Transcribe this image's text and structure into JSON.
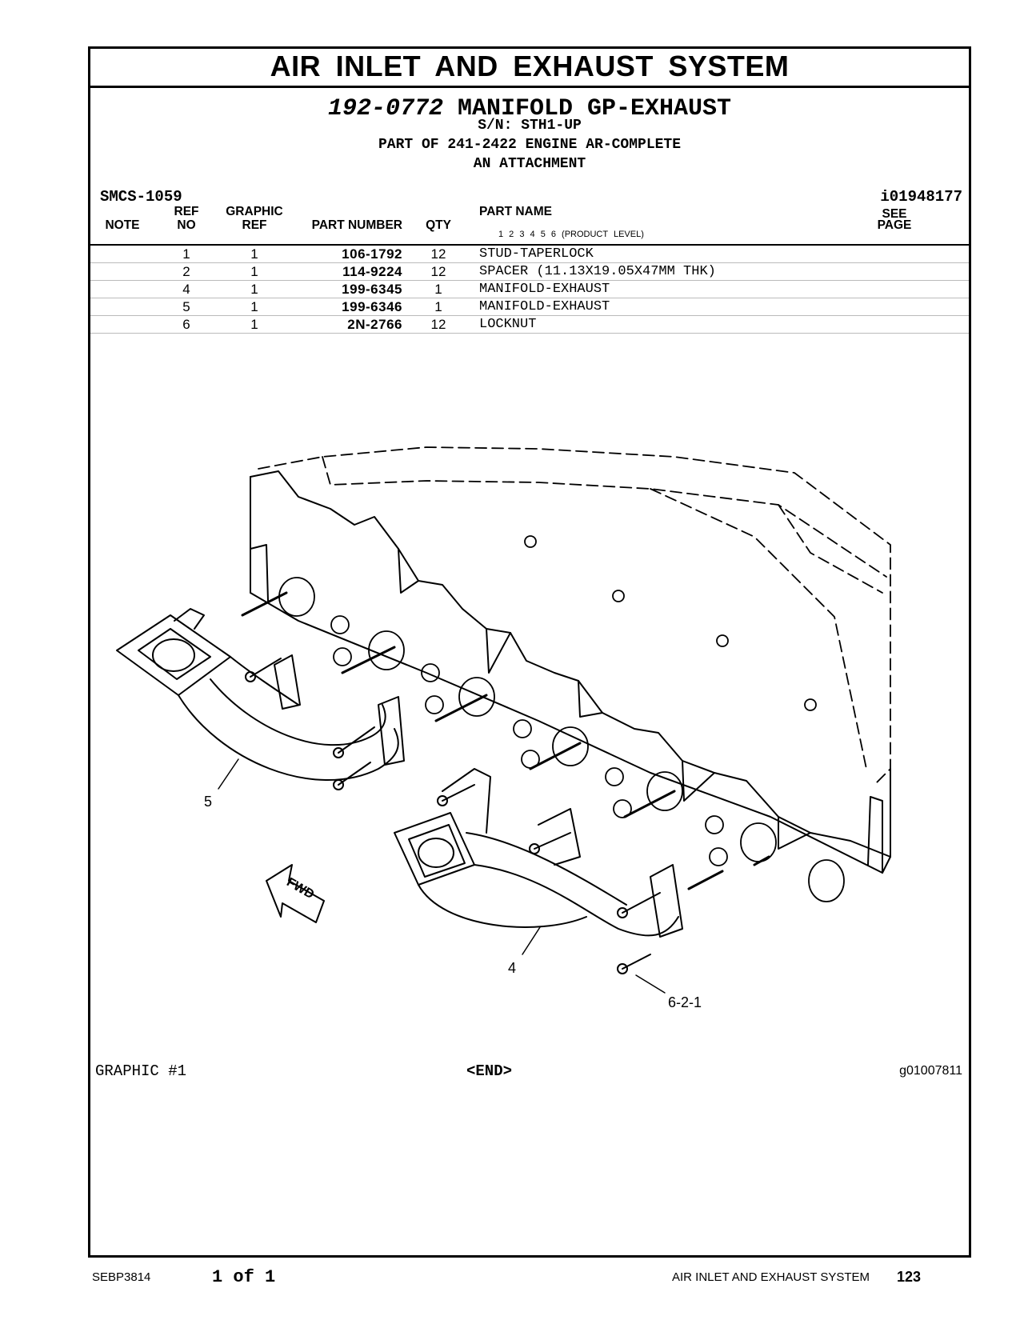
{
  "title": "AIR INLET AND EXHAUST SYSTEM",
  "header": {
    "part_number": "192-0772",
    "part_name": "MANIFOLD GP-EXHAUST",
    "serial": "S/N: STH1-UP",
    "part_of": "PART OF 241-2422 ENGINE AR-COMPLETE",
    "attachment": "AN ATTACHMENT",
    "smcs": "SMCS-1059",
    "illustration_id": "i01948177"
  },
  "columns": {
    "note": "NOTE",
    "ref_no_1": "REF",
    "ref_no_2": "NO",
    "graphic_ref_1": "GRAPHIC",
    "graphic_ref_2": "REF",
    "part_number": "PART NUMBER",
    "qty": "QTY",
    "part_name": "PART NAME",
    "product_level": "1   2   3   4   5   6   (PRODUCT LEVEL)",
    "see_page_1": "SEE",
    "see_page_2": "PAGE"
  },
  "parts": [
    {
      "ref": "1",
      "graphic": "1",
      "part_number": "106-1792",
      "qty": "12",
      "name": "STUD-TAPERLOCK"
    },
    {
      "ref": "2",
      "graphic": "1",
      "part_number": "114-9224",
      "qty": "12",
      "name": "SPACER (11.13X19.05X47MM THK)"
    },
    {
      "ref": "4",
      "graphic": "1",
      "part_number": "199-6345",
      "qty": "1",
      "name": "MANIFOLD-EXHAUST"
    },
    {
      "ref": "5",
      "graphic": "1",
      "part_number": "199-6346",
      "qty": "1",
      "name": "MANIFOLD-EXHAUST"
    },
    {
      "ref": "6",
      "graphic": "1",
      "part_number": "2N-2766",
      "qty": "12",
      "name": "LOCKNUT"
    }
  ],
  "drawing": {
    "callout_5": "5",
    "callout_4": "4",
    "callout_621": "6-2-1",
    "fwd": "FWD"
  },
  "graphic_label": "GRAPHIC #1",
  "end_label": "<END>",
  "graphic_id": "g01007811",
  "footer": {
    "doc": "SEBP3814",
    "page_of": "1 of 1",
    "system": "AIR INLET AND EXHAUST SYSTEM",
    "page_number": "123"
  }
}
